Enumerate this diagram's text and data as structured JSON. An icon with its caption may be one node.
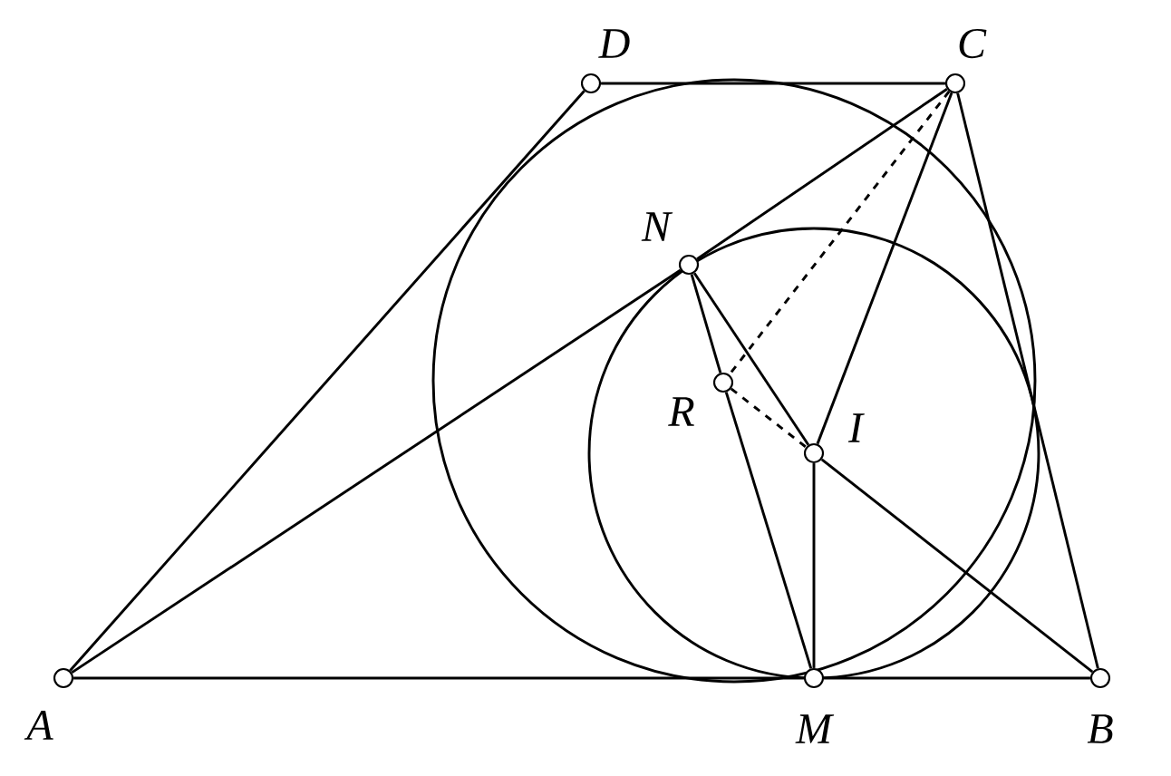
{
  "diagram": {
    "nodes": [
      {
        "text": [
          "A"
        ]
      },
      {
        "text": [
          "B"
        ]
      },
      {
        "text": [
          "C"
        ]
      },
      {
        "text": [
          "D"
        ]
      },
      {
        "text": [
          "M"
        ]
      },
      {
        "text": [
          "N"
        ]
      },
      {
        "text": [
          "R"
        ]
      },
      {
        "text": [
          "I"
        ]
      }
    ],
    "edges": [
      {
        "from": 0,
        "to": 4,
        "arrow": "none"
      },
      {
        "from": 4,
        "to": 1,
        "arrow": "none"
      },
      {
        "from": 1,
        "to": 2,
        "arrow": "none"
      },
      {
        "from": 2,
        "to": 3,
        "arrow": "none"
      },
      {
        "from": 3,
        "to": 0,
        "arrow": "none"
      },
      {
        "from": 0,
        "to": 5,
        "arrow": "none"
      },
      {
        "from": 5,
        "to": 2,
        "arrow": "none"
      },
      {
        "from": 2,
        "to": 7,
        "arrow": "none"
      },
      {
        "from": 2,
        "to": 6,
        "arrow": "none",
        "style": "dashed"
      },
      {
        "from": 6,
        "to": 7,
        "arrow": "none",
        "style": "dashed"
      },
      {
        "from": 5,
        "to": 7,
        "arrow": "none"
      },
      {
        "from": 7,
        "to": 1,
        "arrow": "none"
      },
      {
        "from": 5,
        "to": 6,
        "arrow": "none"
      },
      {
        "from": 6,
        "to": 4,
        "arrow": "none"
      },
      {
        "from": 7,
        "to": 4,
        "arrow": "none"
      }
    ]
  }
}
